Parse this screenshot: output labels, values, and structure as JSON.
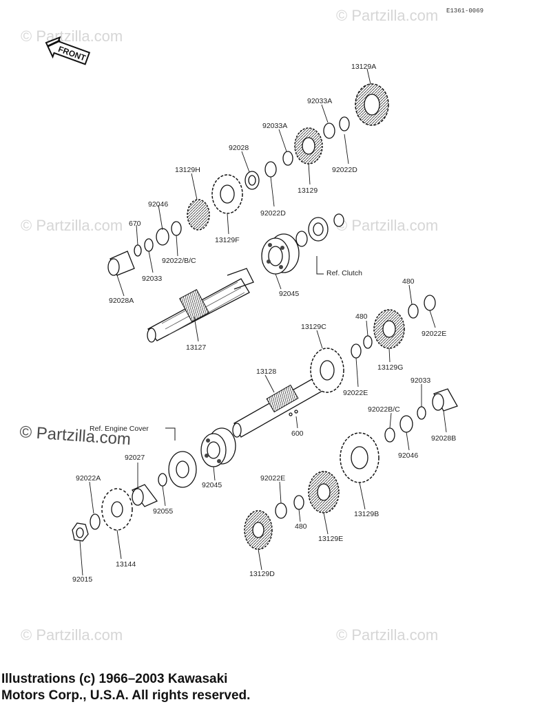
{
  "drawing_code": "E1361-0069",
  "front_arrow_label": "FRONT",
  "watermarks": [
    "© Partzilla.com",
    "© Partzilla.com"
  ],
  "center_watermark": "© Partzilla.com",
  "refs": {
    "clutch": "Ref. Clutch",
    "engine_cover": "Ref. Engine Cover"
  },
  "part_labels": {
    "p13129A": "13129A",
    "p92033A_a": "92033A",
    "p92033A_b": "92033A",
    "p92028": "92028",
    "p92022D_a": "92022D",
    "p13129": "13129",
    "p13129H": "13129H",
    "p92022D_b": "92022D",
    "p92046_a": "92046",
    "p670": "670",
    "p13129F": "13129F",
    "p92022BC_a": "92022/B/C",
    "p92033_a": "92033",
    "p92028A": "92028A",
    "p92045_a": "92045",
    "p13127": "13127",
    "p480_a": "480",
    "p480_b": "480",
    "p92022E_a": "92022E",
    "p13129C": "13129C",
    "p13129G": "13129G",
    "p13128": "13128",
    "p92022E_b": "92022E",
    "p92033_b": "92033",
    "p92022BC_b": "92022B/C",
    "p600": "600",
    "p92028B": "92028B",
    "p92046_b": "92046",
    "p92027": "92027",
    "p92022A": "92022A",
    "p92045_b": "92045",
    "p92022E_c": "92022E",
    "p13129B": "13129B",
    "p92055": "92055",
    "p480_c": "480",
    "p13129E": "13129E",
    "p13144": "13144",
    "p92015": "92015",
    "p13129D": "13129D"
  },
  "copyright": {
    "line1": "Illustrations (c) 1966–2003 Kawasaki",
    "line2": "Motors Corp., U.S.A.  All rights reserved."
  }
}
